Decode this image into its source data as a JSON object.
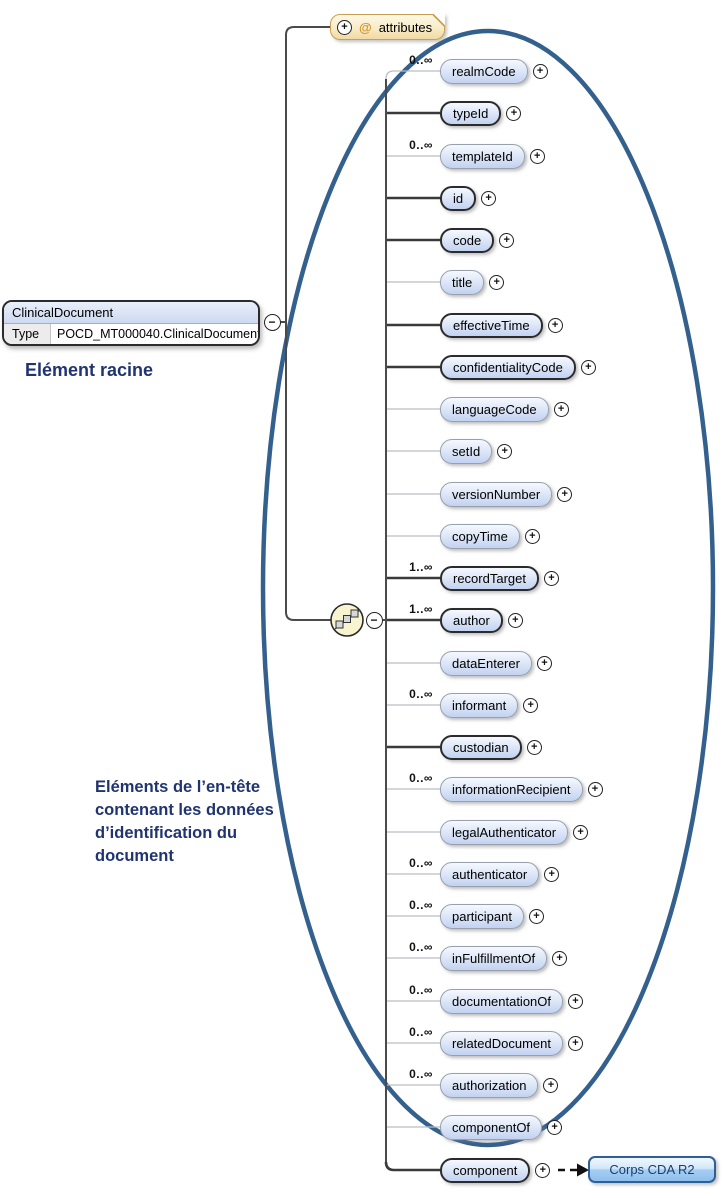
{
  "diagram": {
    "root": {
      "name": "ClinicalDocument",
      "type_key": "Type",
      "type_value": "POCD_MT000040.ClinicalDocument"
    },
    "attributes_box": {
      "at": "@",
      "label": "attributes"
    },
    "annotations": {
      "root_label": "Elément racine",
      "header_group_label": "Eléments de l’en-tête\ncontenant les données\nd’identification du\ndocument"
    },
    "elements": [
      {
        "name": "realmCode",
        "cardinality": "0..∞",
        "mandatory": false
      },
      {
        "name": "typeId",
        "cardinality": null,
        "mandatory": true
      },
      {
        "name": "templateId",
        "cardinality": "0..∞",
        "mandatory": false
      },
      {
        "name": "id",
        "cardinality": null,
        "mandatory": true
      },
      {
        "name": "code",
        "cardinality": null,
        "mandatory": true
      },
      {
        "name": "title",
        "cardinality": null,
        "mandatory": false
      },
      {
        "name": "effectiveTime",
        "cardinality": null,
        "mandatory": true
      },
      {
        "name": "confidentialityCode",
        "cardinality": null,
        "mandatory": true
      },
      {
        "name": "languageCode",
        "cardinality": null,
        "mandatory": false
      },
      {
        "name": "setId",
        "cardinality": null,
        "mandatory": false
      },
      {
        "name": "versionNumber",
        "cardinality": null,
        "mandatory": false
      },
      {
        "name": "copyTime",
        "cardinality": null,
        "mandatory": false
      },
      {
        "name": "recordTarget",
        "cardinality": "1..∞",
        "mandatory": true
      },
      {
        "name": "author",
        "cardinality": "1..∞",
        "mandatory": true
      },
      {
        "name": "dataEnterer",
        "cardinality": null,
        "mandatory": false
      },
      {
        "name": "informant",
        "cardinality": "0..∞",
        "mandatory": false
      },
      {
        "name": "custodian",
        "cardinality": null,
        "mandatory": true
      },
      {
        "name": "informationRecipient",
        "cardinality": "0..∞",
        "mandatory": false
      },
      {
        "name": "legalAuthenticator",
        "cardinality": null,
        "mandatory": false
      },
      {
        "name": "authenticator",
        "cardinality": "0..∞",
        "mandatory": false
      },
      {
        "name": "participant",
        "cardinality": "0..∞",
        "mandatory": false
      },
      {
        "name": "inFulfillmentOf",
        "cardinality": "0..∞",
        "mandatory": false
      },
      {
        "name": "documentationOf",
        "cardinality": "0..∞",
        "mandatory": false
      },
      {
        "name": "relatedDocument",
        "cardinality": "0..∞",
        "mandatory": false
      },
      {
        "name": "authorization",
        "cardinality": "0..∞",
        "mandatory": false
      },
      {
        "name": "componentOf",
        "cardinality": null,
        "mandatory": false
      },
      {
        "name": "component",
        "cardinality": null,
        "mandatory": true
      }
    ],
    "body_link": {
      "label": "Corps CDA R2"
    },
    "icons": {
      "expand": "+",
      "collapse": "−",
      "at_symbol": "@",
      "compositor": "sequence-icon"
    },
    "colors": {
      "ellipse_stroke": "#34608e",
      "annotation_text": "#1f3470",
      "element_fill_top": "#f5f8fe",
      "element_fill_bottom": "#c2d2f1",
      "attributes_fill": "#f8ecc8",
      "attributes_border": "#c8a050",
      "body_box_border": "#2e5f96",
      "mandatory_border": "#2b2b2b",
      "optional_border": "#98a0ad"
    }
  }
}
